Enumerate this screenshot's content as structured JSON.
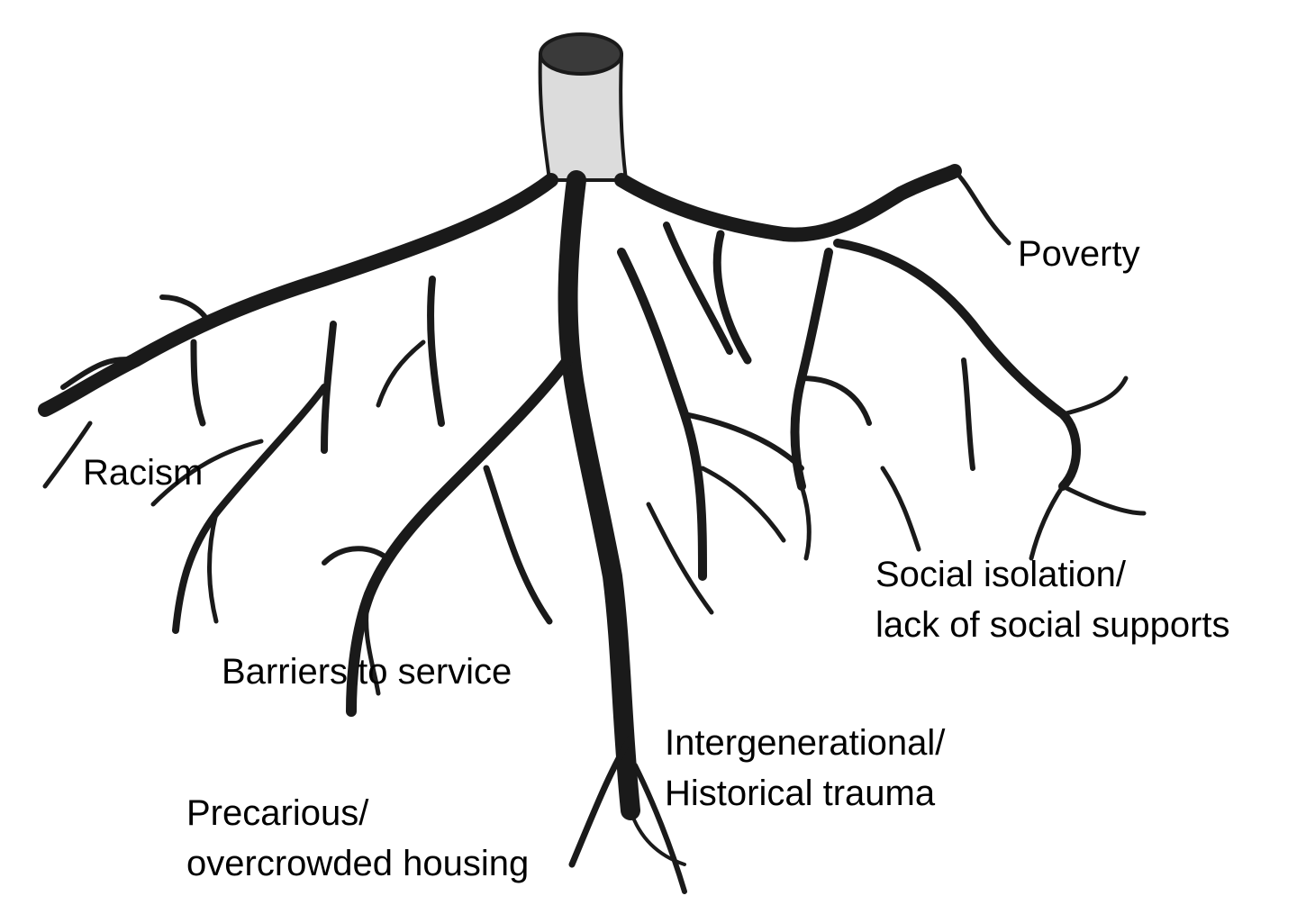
{
  "illustration": {
    "name": "tree-roots-drawing",
    "ink_color": "#1a1a1a",
    "background": "#ffffff"
  },
  "labels": {
    "poverty": [
      "Poverty"
    ],
    "racism": [
      "Racism"
    ],
    "social_isolation": [
      "Social isolation/",
      "lack of social supports"
    ],
    "barriers": [
      "Barriers to service"
    ],
    "intergenerational": [
      "Intergenerational/",
      "Historical trauma"
    ],
    "housing": [
      "Precarious/",
      "overcrowded housing"
    ]
  }
}
